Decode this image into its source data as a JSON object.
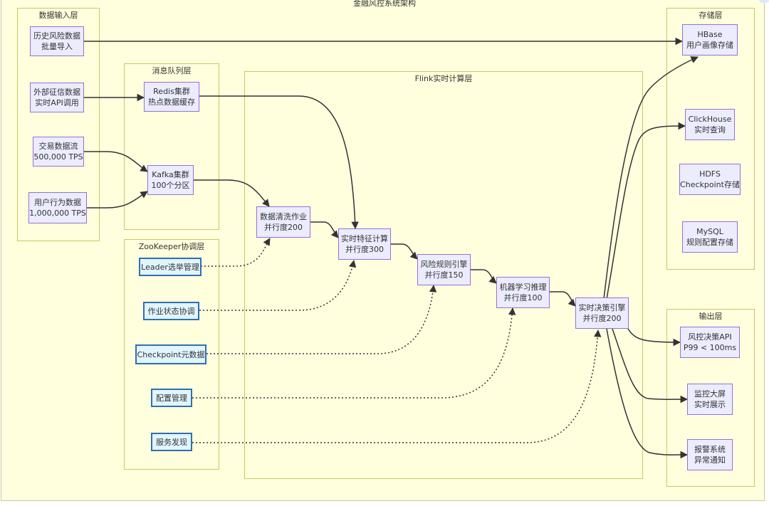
{
  "title": "金融风控系统架构",
  "clusters": {
    "input": "数据输入层",
    "mq": "消息队列层",
    "flink": "Flink实时计算层",
    "zk": "ZooKeeper协调层",
    "storage": "存储层",
    "output": "输出层"
  },
  "nodes": {
    "hist": "历史风险数据\n批量导入",
    "credit": "外部征信数据\n实时API调用",
    "trade": "交易数据流\n500,000 TPS",
    "behavior": "用户行为数据\n1,000,000 TPS",
    "redis": "Redis集群\n热点数据缓存",
    "kafka": "Kafka集群\n100个分区",
    "clean": "数据清洗作业\n并行度200",
    "feature": "实时特征计算\n并行度300",
    "rule": "风险规则引擎\n并行度150",
    "ml": "机器学习推理\n并行度100",
    "decision": "实时决策引擎\n并行度200",
    "hbase": "HBase\n用户画像存储",
    "clickhouse": "ClickHouse\n实时查询",
    "hdfs": "HDFS\nCheckpoint存储",
    "mysql": "MySQL\n规则配置存储",
    "api": "风控决策API\nP99 < 100ms",
    "screen": "监控大屏\n实时展示",
    "alert": "报警系统\n异常通知",
    "leader": "Leader选举管理",
    "jobstate": "作业状态协调",
    "ckmeta": "Checkpoint元数据",
    "config": "配置管理",
    "discovery": "服务发现"
  },
  "colors": {
    "background": "#ffffde",
    "node_fill": "#ececff",
    "node_border": "#9370db",
    "zk_fill": "#e1f5fe",
    "zk_border": "#2f6fb3",
    "edge": "#333333"
  }
}
